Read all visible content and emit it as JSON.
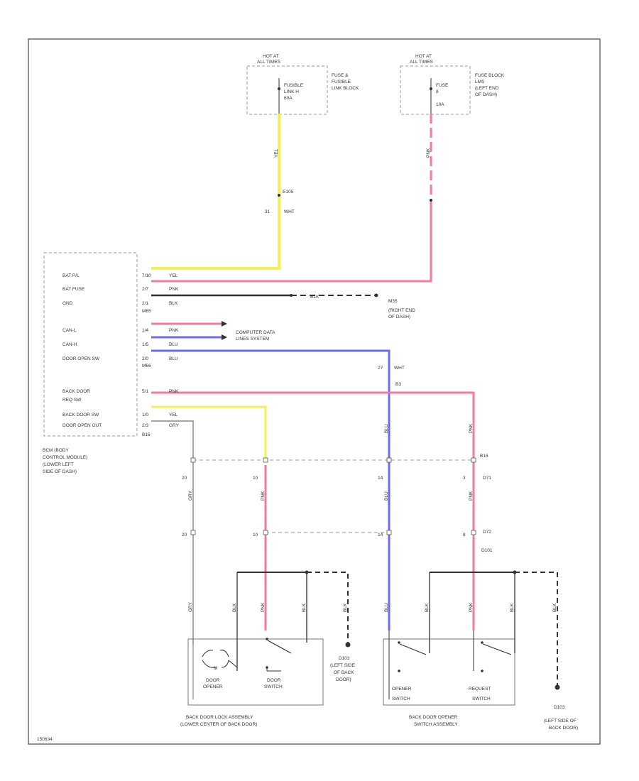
{
  "colors": {
    "yellow": "#f2f254",
    "pink": "#f47b9c",
    "blue": "#6b6bf0",
    "black": "#333333",
    "gray": "#8a8a8a",
    "frame": "#555555",
    "dash": "#9a9a9a"
  },
  "fuse_boxes": {
    "left": {
      "hot_at_1": "HOT AT",
      "hot_at_2": "ALL TIMES",
      "fuse_1": "FUSIBLE",
      "fuse_2": "LINK H",
      "fuse_3": "60A",
      "location_1": "FUSE &",
      "location_2": "FUSIBLE",
      "location_3": "LINK BLOCK"
    },
    "right": {
      "hot_at_1": "HOT AT",
      "hot_at_2": "ALL TIMES",
      "fuse_1": "FUSE",
      "fuse_2": "8",
      "fuse_3": "10A",
      "location_1": "FUSE BLOCK",
      "location_2": "LMS",
      "location_3": "(LEFT END",
      "location_4": "OF DASH)"
    }
  },
  "wires": {
    "yel_top": "YEL",
    "pnk_top": "PNK",
    "splice_label": "E105",
    "splice_pin": "31",
    "splice_color": "WHT"
  },
  "module": {
    "pins": [
      {
        "label": "BAT P/L",
        "num": "7/10",
        "color_code": "YEL"
      },
      {
        "label": "BAT FUSE",
        "num": "2/7",
        "color_code": "PNK"
      },
      {
        "label": "GND",
        "num": "2/1",
        "color_code": "BLK"
      },
      {
        "label": "CAN-L",
        "num": "1/4",
        "color_code": "PNK"
      },
      {
        "label": "CAN-H",
        "num": "1/5",
        "color_code": "BLU"
      },
      {
        "label": "DOOR OPEN SW",
        "num": "2/0",
        "color_code": "BLU"
      },
      {
        "label": "BACK DOOR",
        "num": "5/1",
        "color_code": "PNK"
      },
      {
        "label": "REQ SW",
        "num": "",
        "color_code": ""
      },
      {
        "label": "BACK DOOR SW",
        "num": "1/0",
        "color_code": "YEL"
      },
      {
        "label": "DOOR OPEN OUT",
        "num": "2/3",
        "color_code": "GRY"
      }
    ],
    "conn_1": "M65",
    "conn_2": "M66",
    "conn_3": "B16",
    "name_1": "BCM (BODY",
    "name_2": "CONTROL MODULE)",
    "name_3": "(LOWER LEFT",
    "name_4": "SIDE OF DASH)"
  },
  "ground_right": {
    "wire": "BLK",
    "id": "M35",
    "loc_1": "(RIGHT END",
    "loc_2": "OF DASH)"
  },
  "data_lines_1": "COMPUTER DATA",
  "data_lines_2": "LINES SYSTEM",
  "blue_drop": {
    "pin": "27",
    "color": "WHT",
    "conn": "B3"
  },
  "mid_connectors": {
    "row1": [
      "20",
      "10",
      "14",
      "3"
    ],
    "row1_right": [
      "B16",
      "D71"
    ],
    "row2": [
      "20",
      "10",
      "14",
      "8"
    ],
    "row2_right": [
      "D72",
      "D101"
    ]
  },
  "wire_codes": {
    "gry": "GRY",
    "pnk": "PNK",
    "blu": "BLU",
    "blk": "BLK"
  },
  "grounds_bottom": {
    "left": {
      "id": "D103",
      "loc_1": "(LEFT SIDE",
      "loc_2": "OF BACK",
      "loc_3": "DOOR)"
    },
    "right": {
      "id": "D103",
      "loc_1": "(LEFT SIDE OF",
      "loc_2": "BACK DOOR)"
    }
  },
  "components": {
    "door_opener_1": "DOOR",
    "door_opener_2": "OPENER",
    "door_switch_1": "DOOR",
    "door_switch_2": "SWITCH",
    "motor_label": "M",
    "opener_switch_1": "OPENER",
    "opener_switch_2": "SWITCH",
    "request_switch_1": "REQUEST",
    "request_switch_2": "SWITCH"
  },
  "assemblies": {
    "left_1": "BACK DOOR LOCK ASSEMBLY",
    "left_2": "(LOWER CENTER OF BACK DOOR)",
    "right_1": "BACK DOOR OPENER",
    "right_2": "SWITCH ASSEMBLY"
  },
  "figure_id": "150634"
}
